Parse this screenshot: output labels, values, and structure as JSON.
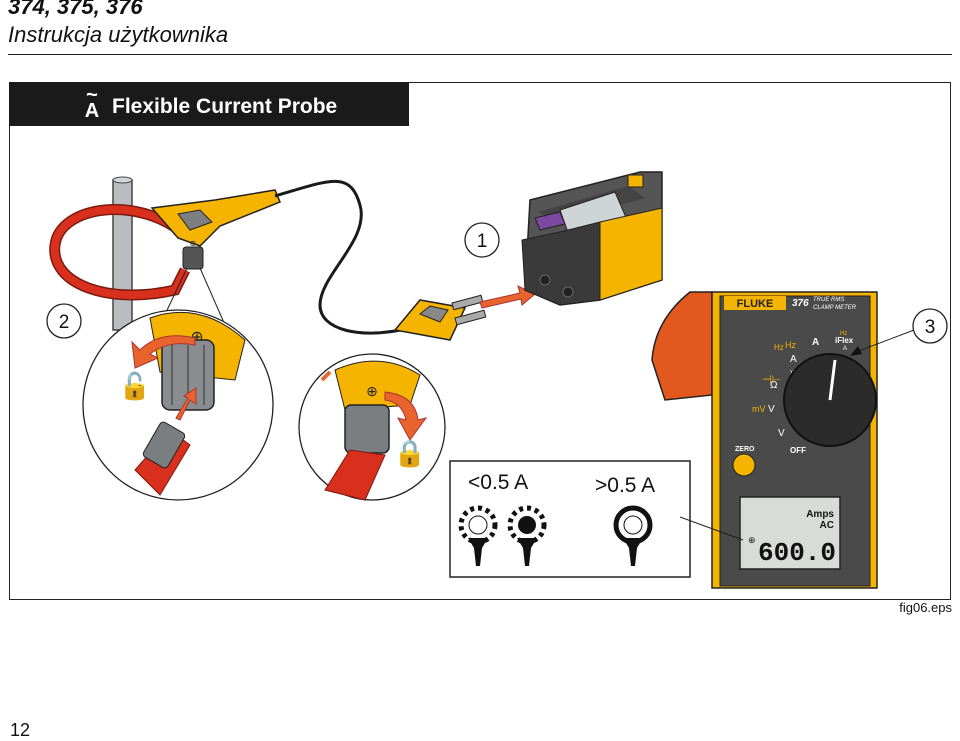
{
  "header": {
    "model": "374, 375, 376",
    "title": "Instrukcja użytkownika"
  },
  "banner": {
    "symbol_tilde": "~",
    "symbol_letter": "A",
    "title": "Flexible Current Probe"
  },
  "callouts": [
    "1",
    "2",
    "3"
  ],
  "meter": {
    "brand": "FLUKE",
    "model": "376",
    "model_caption_1": "TRUE RMS",
    "model_caption_2": "CLAMP METER",
    "dial": {
      "hz_a": "Hz",
      "a_dc": "A",
      "iflex_hz": "Hz",
      "iflex": "iFlex",
      "iflex_a": "A",
      "hz_left": "Hz",
      "ohm": "Ω",
      "mv": "mV",
      "v_ac": "V",
      "off": "OFF",
      "zero": "ZERO"
    },
    "display": {
      "unit1": "Amps",
      "unit2": "AC",
      "reading": "600.0"
    }
  },
  "legend": {
    "low": "<0.5 A",
    "high": ">0.5 A"
  },
  "colors": {
    "accent_yellow": "#f5b400",
    "probe_red": "#d8301c",
    "clamp_orange": "#e2581e",
    "banner_bg": "#1a1a1a"
  },
  "footer": {
    "figure_name": "fig06.eps",
    "page_number": "12"
  }
}
